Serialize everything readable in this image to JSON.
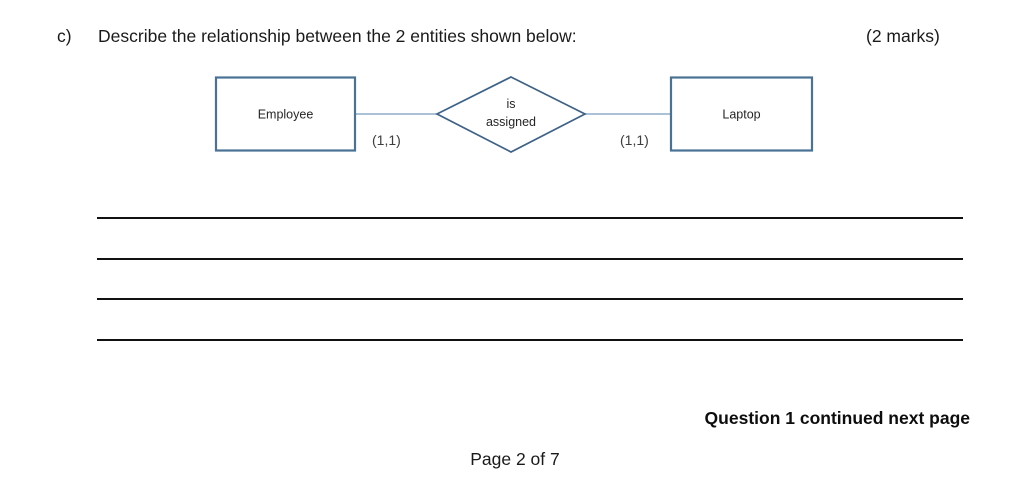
{
  "question": {
    "letter": "c)",
    "prompt": "Describe the relationship between the 2 entities shown below:",
    "marks": "(2 marks)"
  },
  "diagram": {
    "type": "er-diagram",
    "border_color": "#4a7294",
    "connector_color": "#8fadc8",
    "entities": [
      {
        "name": "Employee",
        "cardinality": "(1,1)"
      },
      {
        "name": "Laptop",
        "cardinality": "(1,1)"
      }
    ],
    "relationship": {
      "label_line1": "is",
      "label_line2": "assigned"
    }
  },
  "answer_lines": [
    {
      "id": "line-1"
    },
    {
      "id": "line-2"
    },
    {
      "id": "line-3"
    },
    {
      "id": "line-4"
    }
  ],
  "footer": {
    "continued_note": "Question 1 continued next page",
    "page_number": "Page 2 of 7"
  }
}
